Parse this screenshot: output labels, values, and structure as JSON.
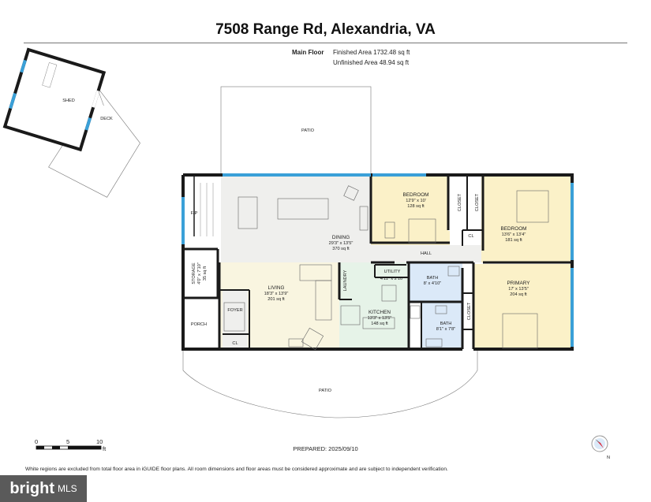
{
  "header": {
    "title": "7508 Range Rd, Alexandria, VA",
    "floor_label": "Main Floor",
    "finished_area": "Finished Area 1732.48 sq ft",
    "unfinished_area": "Unfinished Area 48.94 sq ft"
  },
  "rooms": {
    "shed": "SHED",
    "deck": "DECK",
    "patio_top": "PATIO",
    "patio_bottom": "PATIO",
    "fp": "F/P",
    "storage": {
      "name": "STORAGE",
      "dims": "4'0\" x 7'10\"",
      "area": "35 sq ft"
    },
    "porch": "PORCH",
    "foyer": "FOYER",
    "cl_foyer": "CL",
    "dining": {
      "name": "DINING",
      "dims": "29'3\" x 13'5\"",
      "area": "370 sq ft"
    },
    "living": {
      "name": "LIVING",
      "dims": "18'3\" x 13'9\"",
      "area": "201 sq ft"
    },
    "laundry": "LAUNDRY",
    "utility": {
      "name": "UTILITY",
      "dims": "4'11\" x 2'10\""
    },
    "kitchen": {
      "name": "KITCHEN",
      "dims": "13'3\" x 13'5\"",
      "area": "148 sq ft"
    },
    "bedroom1": {
      "name": "BEDROOM",
      "dims": "12'9\" x 10'",
      "area": "128 sq ft"
    },
    "closet1": "CLOSET",
    "closet2": "CLOSET",
    "cl_hall": "CL",
    "bedroom2": {
      "name": "BEDROOM",
      "dims": "13'6\" x 13'4\"",
      "area": "181 sq ft"
    },
    "hall": "HALL",
    "bath1": {
      "name": "BATH",
      "dims": "8' x 4'10\""
    },
    "bath2": {
      "name": "BATH",
      "dims": "8'1\" x 7'8\""
    },
    "closet3": "CLOSET",
    "primary": {
      "name": "PRIMARY",
      "dims": "17' x 13'5\"",
      "area": "204 sq ft"
    }
  },
  "scale": {
    "t0": "0",
    "t5": "5",
    "t10": "10",
    "unit": "ft"
  },
  "compass": {
    "north": "N"
  },
  "footer": {
    "prepared": "PREPARED: 2025/09/10",
    "disclaimer": "White regions are excluded from total floor area in iGUIDE floor plans. All room dimensions and floor areas must be considered approximate and are subject to independent verification.",
    "watermark": "bright",
    "watermark_suffix": "MLS"
  },
  "colors": {
    "yellow": "#fbf1c8",
    "gray": "#efefed",
    "green": "#e6f3e8",
    "blue": "#dbe9f8",
    "window": "#3aa0d8",
    "wall": "#1a1a1a"
  }
}
